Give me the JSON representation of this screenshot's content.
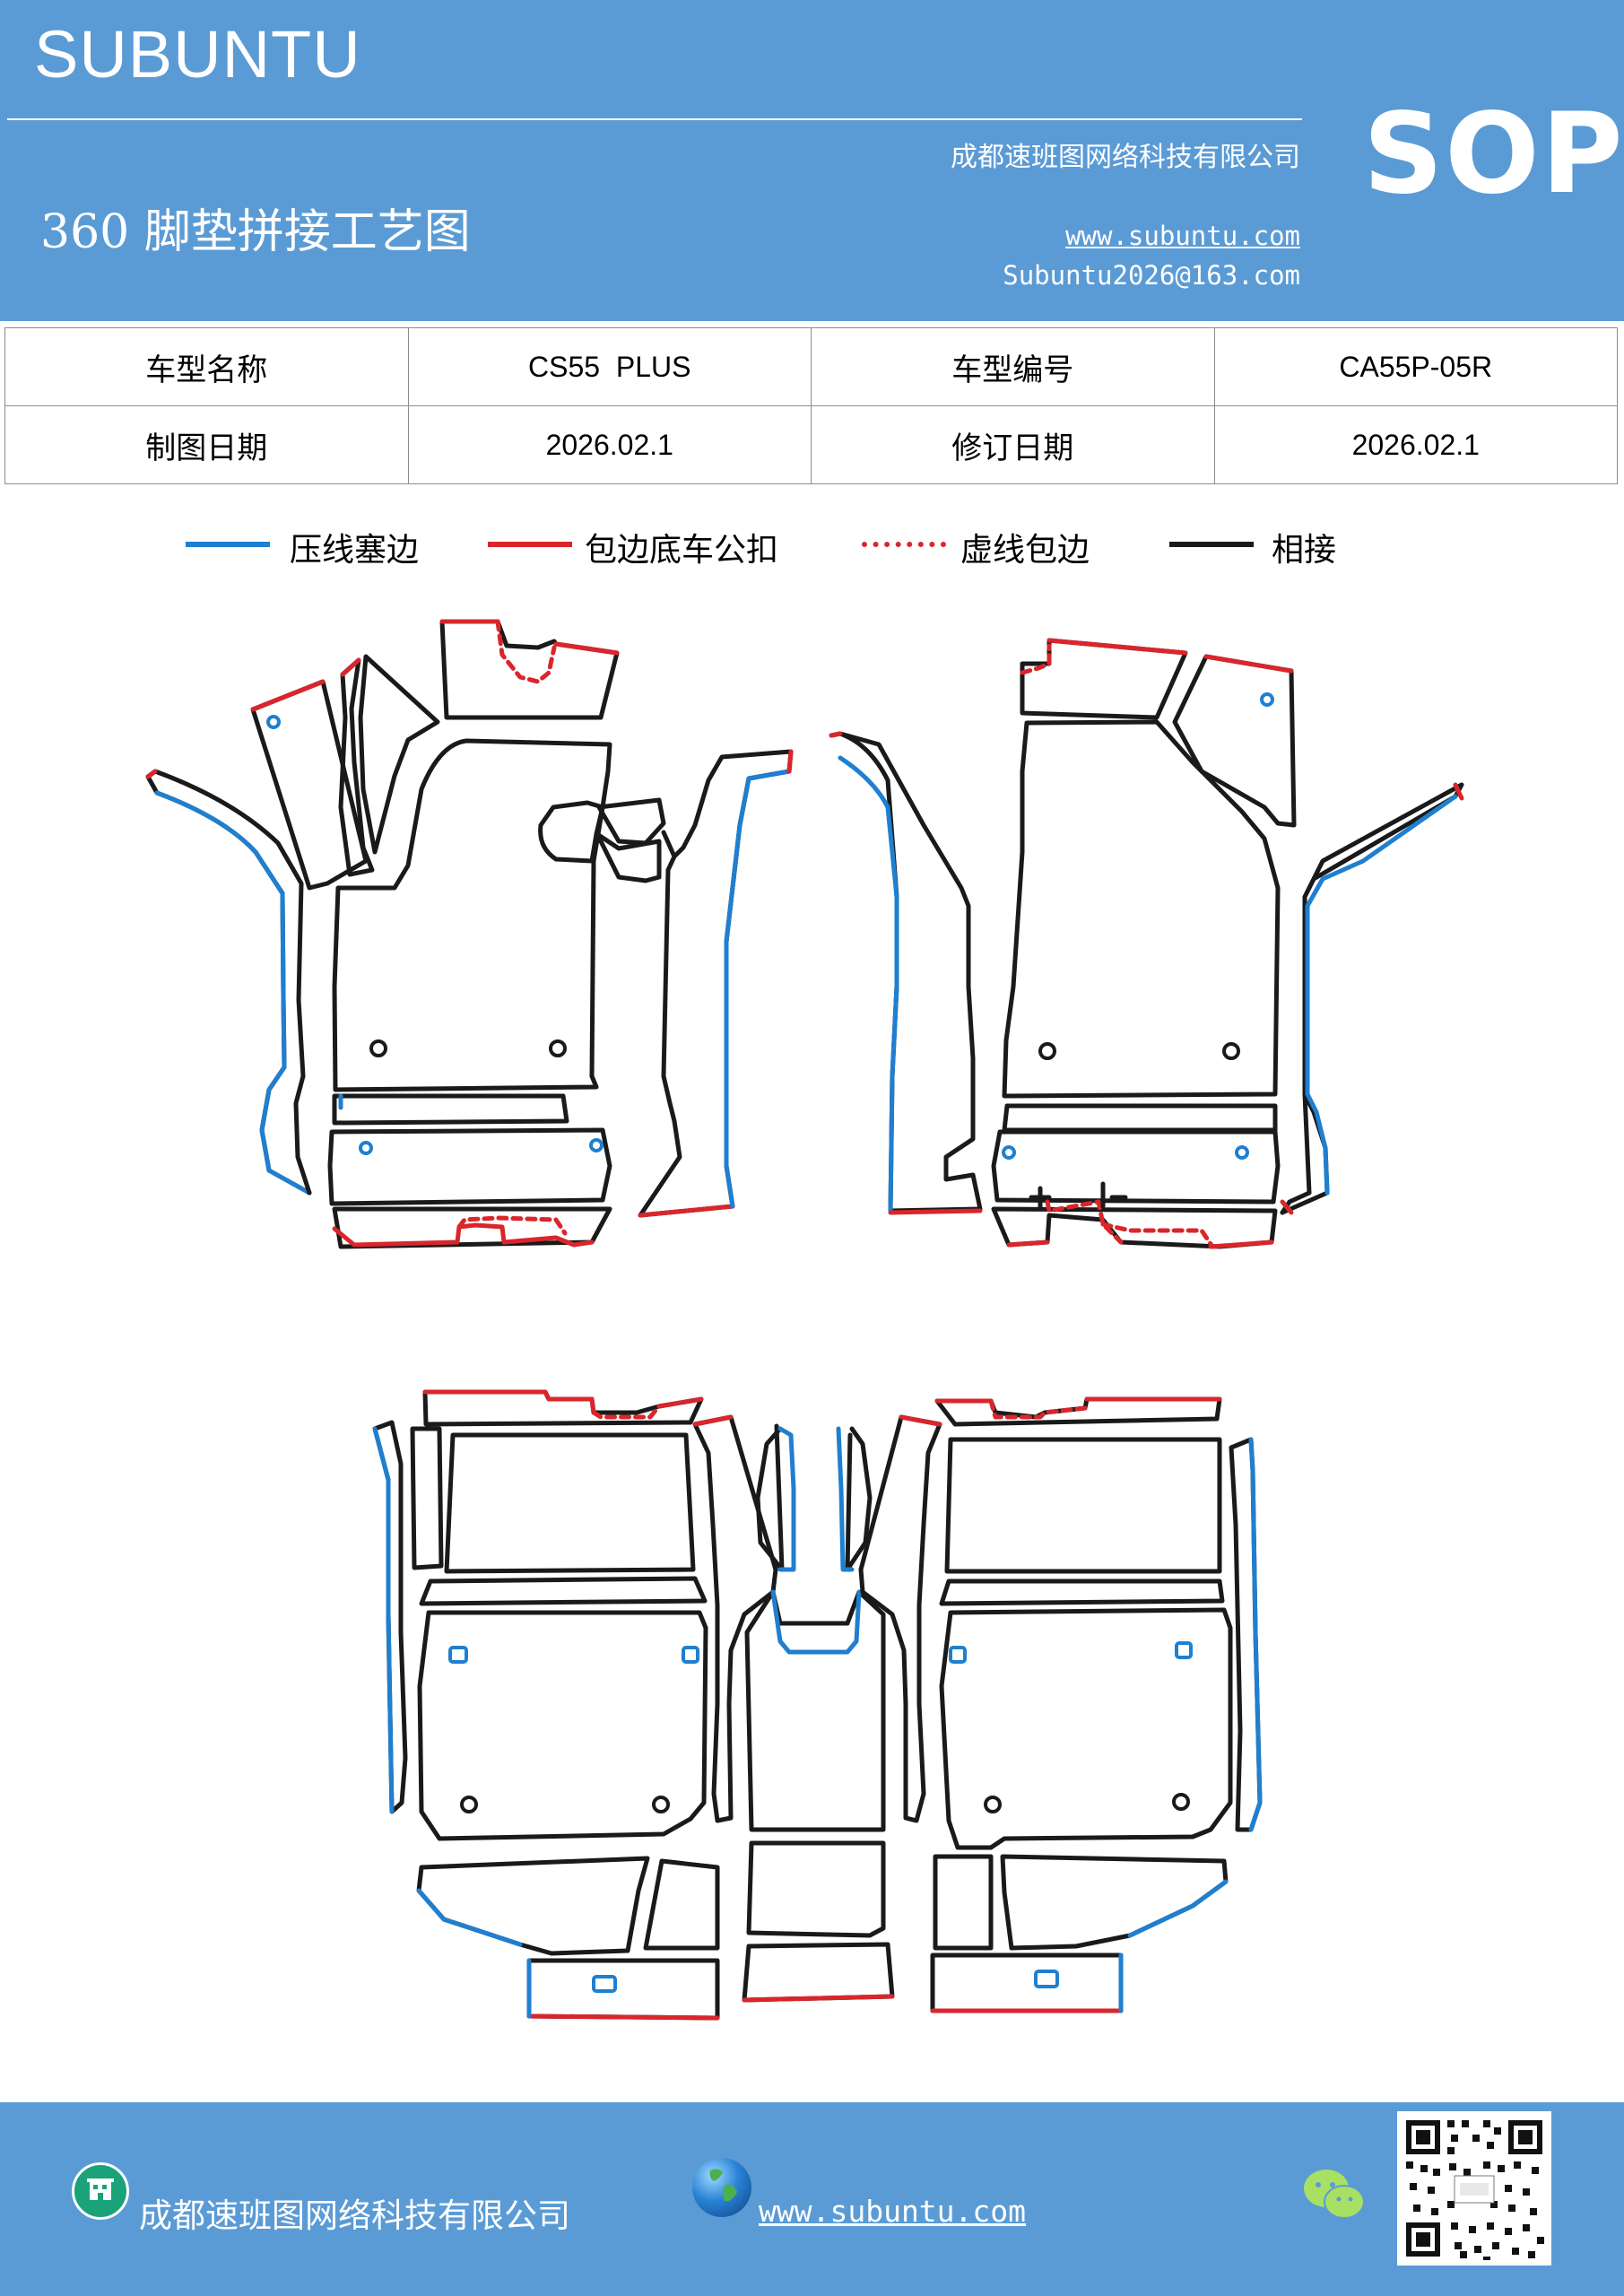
{
  "header": {
    "brand": "SUBUNTU",
    "company": "成都速班图网络科技有限公司",
    "title": "360 脚垫拼接工艺图",
    "website": "www.subuntu.com",
    "email": "Subuntu2026@163.com",
    "badge": "SOP"
  },
  "info": {
    "model_name_label": "车型名称",
    "model_name": "CS55  PLUS",
    "model_code_label": "车型编号",
    "model_code": "CA55P-05R",
    "draw_date_label": "制图日期",
    "draw_date": "2026.02.1",
    "revise_date_label": "修订日期",
    "revise_date": "2026.02.1"
  },
  "legend": [
    {
      "label": "压线塞边",
      "color": "#1f7fd0",
      "style": "solid"
    },
    {
      "label": "包边底车公扣",
      "color": "#d9262c",
      "style": "solid"
    },
    {
      "label": "虚线包边",
      "color": "#d9262c",
      "style": "dotted"
    },
    {
      "label": "相接",
      "color": "#1a1a1a",
      "style": "solid"
    }
  ],
  "footer": {
    "company": "成都速班图网络科技有限公司",
    "website": "www.subuntu.com",
    "icons": [
      "building-icon",
      "globe-icon",
      "wechat-icon",
      "qr-code"
    ]
  }
}
